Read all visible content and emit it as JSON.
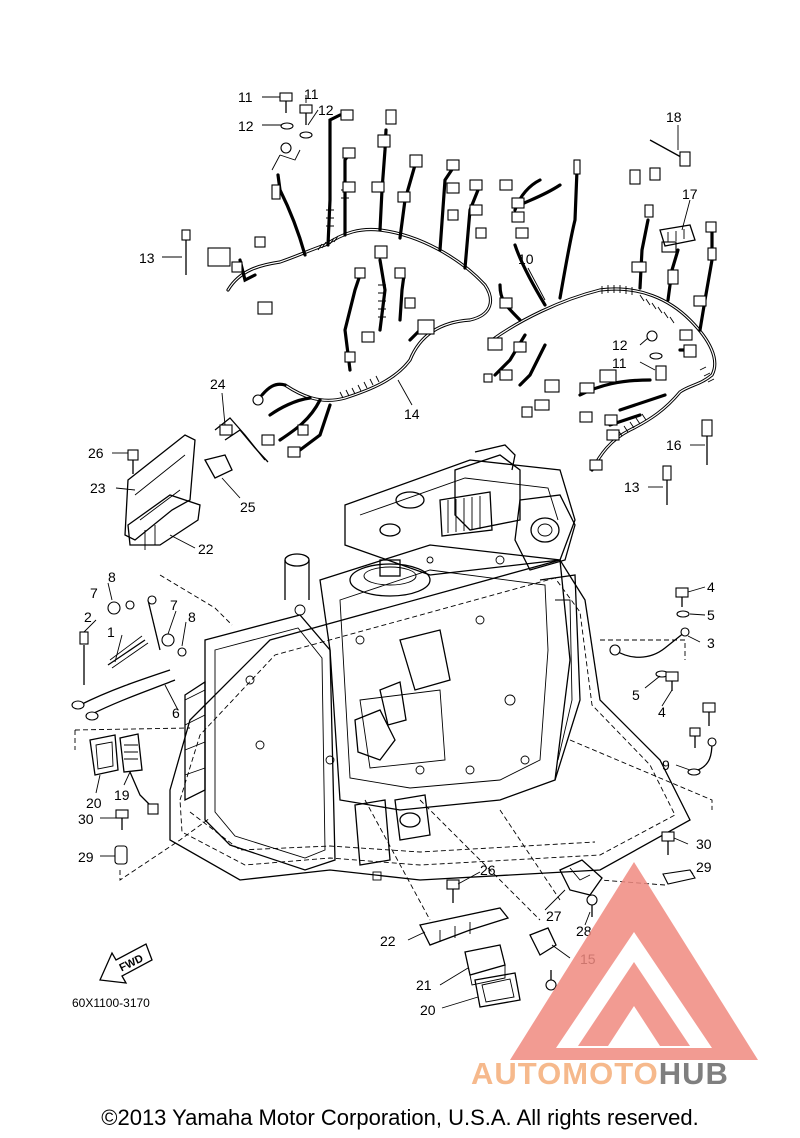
{
  "diagram": {
    "callouts": [
      {
        "id": "callout-11a",
        "text": "11"
      },
      {
        "id": "callout-11b",
        "text": "11"
      },
      {
        "id": "callout-12a",
        "text": "12"
      },
      {
        "id": "callout-12b",
        "text": "12"
      },
      {
        "id": "callout-13a",
        "text": "13"
      },
      {
        "id": "callout-18",
        "text": "18"
      },
      {
        "id": "callout-17",
        "text": "17"
      },
      {
        "id": "callout-10",
        "text": "10"
      },
      {
        "id": "callout-12c",
        "text": "12"
      },
      {
        "id": "callout-11c",
        "text": "11"
      },
      {
        "id": "callout-14",
        "text": "14"
      },
      {
        "id": "callout-24",
        "text": "24"
      },
      {
        "id": "callout-26a",
        "text": "26"
      },
      {
        "id": "callout-25",
        "text": "25"
      },
      {
        "id": "callout-23",
        "text": "23"
      },
      {
        "id": "callout-22a",
        "text": "22"
      },
      {
        "id": "callout-16",
        "text": "16"
      },
      {
        "id": "callout-13b",
        "text": "13"
      },
      {
        "id": "callout-4a",
        "text": "4"
      },
      {
        "id": "callout-5a",
        "text": "5"
      },
      {
        "id": "callout-3",
        "text": "3"
      },
      {
        "id": "callout-5b",
        "text": "5"
      },
      {
        "id": "callout-4b",
        "text": "4"
      },
      {
        "id": "callout-7a",
        "text": "7"
      },
      {
        "id": "callout-8a",
        "text": "8"
      },
      {
        "id": "callout-7b",
        "text": "7"
      },
      {
        "id": "callout-8b",
        "text": "8"
      },
      {
        "id": "callout-2",
        "text": "2"
      },
      {
        "id": "callout-1",
        "text": "1"
      },
      {
        "id": "callout-6",
        "text": "6"
      },
      {
        "id": "callout-9",
        "text": "9"
      },
      {
        "id": "callout-20a",
        "text": "20"
      },
      {
        "id": "callout-19",
        "text": "19"
      },
      {
        "id": "callout-30a",
        "text": "30"
      },
      {
        "id": "callout-29a",
        "text": "29"
      },
      {
        "id": "callout-30b",
        "text": "30"
      },
      {
        "id": "callout-29b",
        "text": "29"
      },
      {
        "id": "callout-26b",
        "text": "26"
      },
      {
        "id": "callout-27",
        "text": "27"
      },
      {
        "id": "callout-28",
        "text": "28"
      },
      {
        "id": "callout-22b",
        "text": "22"
      },
      {
        "id": "callout-15",
        "text": "15"
      },
      {
        "id": "callout-21",
        "text": "21"
      },
      {
        "id": "callout-20b",
        "text": "20"
      }
    ],
    "fwd_label": "FWD",
    "figure_code": "60X1100-3170"
  },
  "watermark": {
    "word_part1": "AUTOMOTO",
    "word_part2": "HUB",
    "colors": {
      "triangle": "#f08a80",
      "text_light": "#f6b98c",
      "text_dark": "#7f7f7f"
    }
  },
  "footer": {
    "copyright": "©2013 Yamaha Motor Corporation, U.S.A. All rights reserved."
  }
}
